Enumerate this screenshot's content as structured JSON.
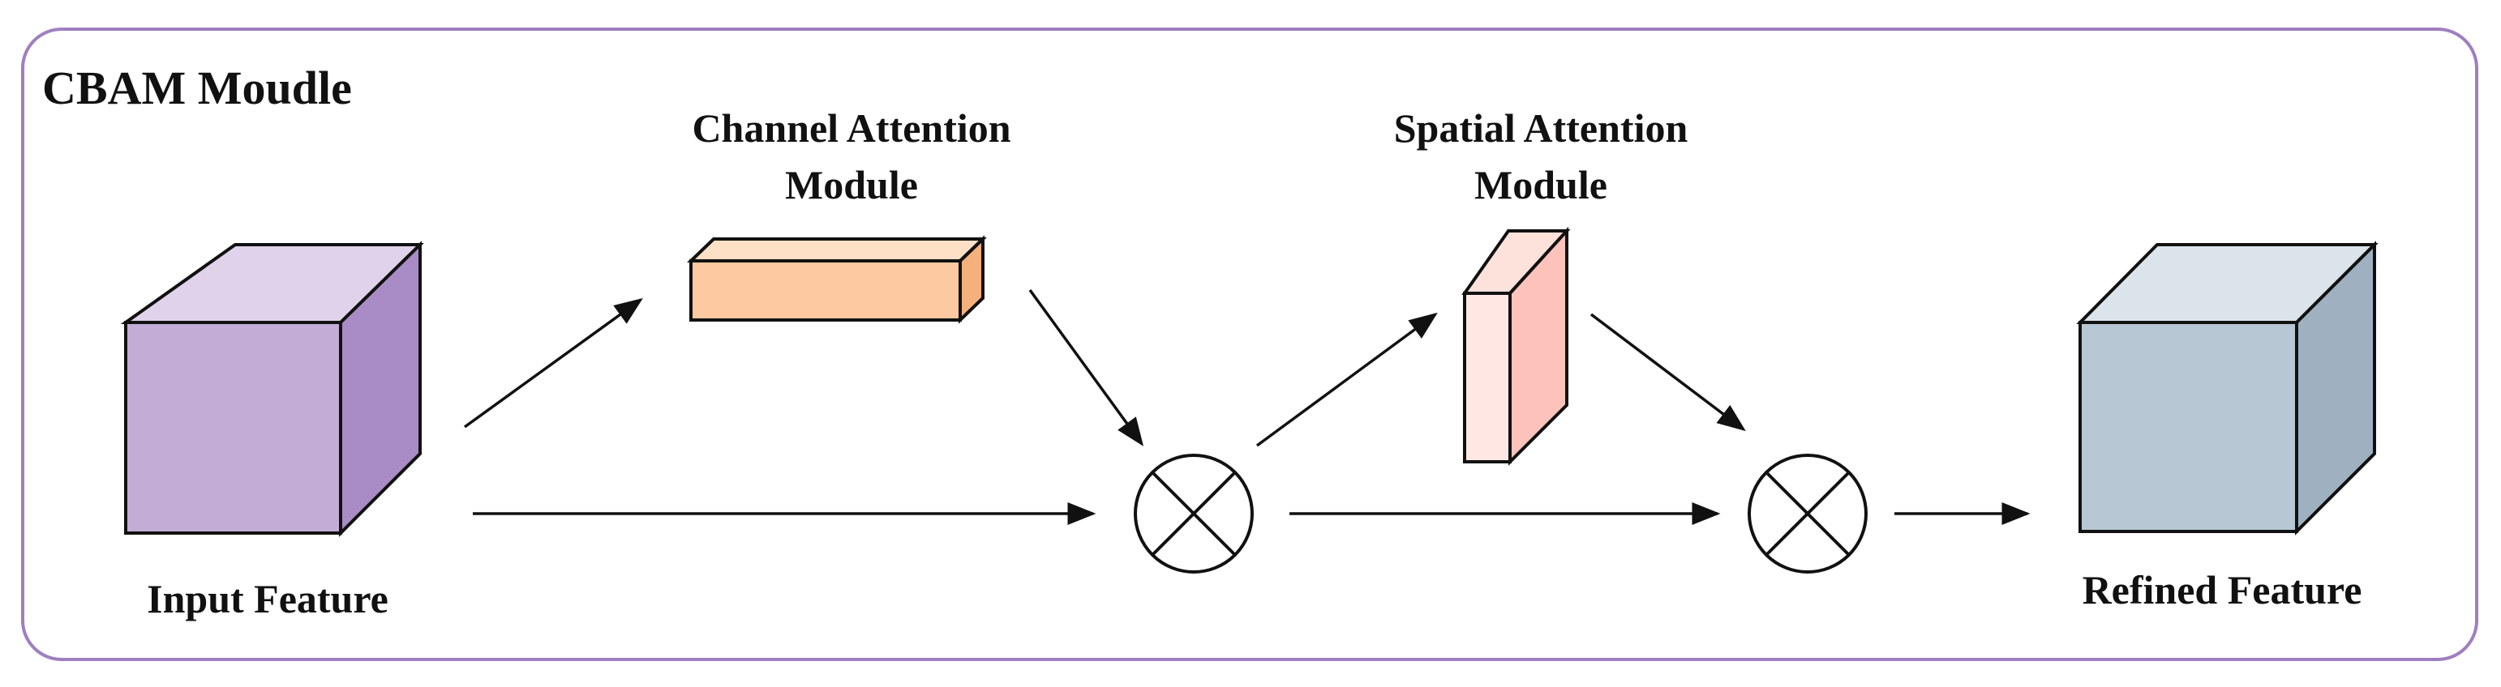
{
  "title": "CBAM Moudle",
  "blocks": {
    "input_feature": {
      "label": "Input Feature"
    },
    "channel_attention": {
      "label_line1": "Channel Attention",
      "label_line2": "Module"
    },
    "spatial_attention": {
      "label_line1": "Spatial Attention",
      "label_line2": "Module"
    },
    "refined_feature": {
      "label": "Refined Feature"
    }
  },
  "operators": [
    {
      "name": "multiply-1",
      "symbol": "element-wise multiplication"
    },
    {
      "name": "multiply-2",
      "symbol": "element-wise multiplication"
    }
  ],
  "colors": {
    "frame_border": "#9f7fc0",
    "input_front": "#c3acd6",
    "input_top": "#e0d2ea",
    "input_side": "#a98cc6",
    "channel_front": "#fdc9a0",
    "channel_top": "#fee0c6",
    "channel_side": "#f6b07c",
    "spatial_front": "#fdc3ba",
    "spatial_top": "#fde2dc",
    "spatial_side": "#ffe8e4",
    "refined_front": "#b7c7d4",
    "refined_top": "#dce4eb",
    "refined_side": "#9fb1c0"
  }
}
